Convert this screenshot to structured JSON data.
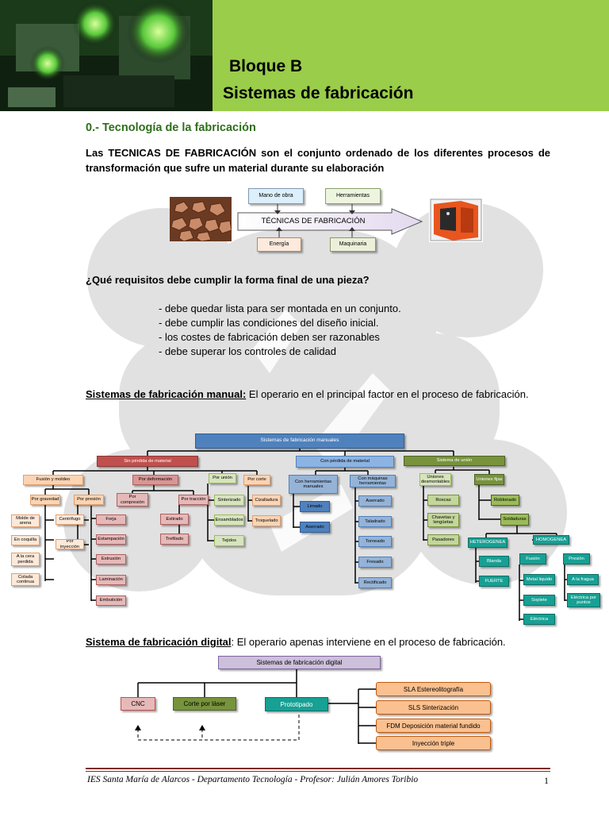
{
  "header": {
    "bloque": "Bloque B",
    "title": "Sistemas de fabricación",
    "band_color": "#9acd4a"
  },
  "section": {
    "heading": "0.- Tecnología de la fabricación"
  },
  "intro": {
    "bold_lead": "Las TECNICAS DE FABRICACIÓN",
    "rest": " son el conjunto ordenado de los diferentes procesos de transformación que sufre un material durante su elaboración"
  },
  "tecnicas_diagram": {
    "mano_de_obra": "Mano de obra",
    "herramientas": "Herramientas",
    "center": "TÉCNICAS DE FABRICACIÓN",
    "energia": "Energía",
    "maquinaria": "Maquinaria"
  },
  "question": "¿Qué requisitos debe cumplir la forma final de una pieza?",
  "requirements": [
    "- debe quedar lista para ser montada en un conjunto.",
    "- debe cumplir las condiciones del diseño inicial.",
    "- los costes de fabricación deben ser razonables",
    "- debe superar los controles de calidad"
  ],
  "manual": {
    "label": "Sistemas de fabricación manual:",
    "text": " El operario en el principal factor en el proceso de fabricación."
  },
  "manual_tree": {
    "root": "Sistemas de fabricación manuales",
    "sin_perdida": "Sin pérdida de material",
    "con_perdida": "Con pérdida de material",
    "sistema_union": "Sistema de unión",
    "fusion_moldeo": "Fusión y moldeo",
    "por_deformacion": "Por deformación",
    "por_union": "Por unión",
    "por_corte": "Por corte",
    "por_gravedad": "Por gravedad",
    "por_presion": "Por presión",
    "por_compresion": "Por compresión",
    "por_traccion": "Por tracción",
    "molde_arena": "Molde de arena",
    "en_coquilla": "En coquilla",
    "cera_perdida": "A la cera perdida",
    "colada_continua": "Colada continua",
    "centrifugo": "Centrífugo",
    "por_inyeccion": "Por inyección",
    "forja": "Forja",
    "estampacion": "Estampación",
    "extrusion": "Extrusión",
    "laminacion": "Laminación",
    "embuticion": "Embutición",
    "estirado": "Estirado",
    "trefilado": "Trefilado",
    "sinterizado": "Sinterizado",
    "ensamblados": "Ensamblados",
    "tejidos": "Tejidos",
    "cizalladura": "Cizalladura",
    "troquelado": "Troquelado",
    "con_herramientas": "Con herramientas manuales",
    "con_maquinas": "Con máquinas herramientas",
    "limado": "Limado",
    "aserrado_manual": "Aserrado",
    "aserrado_maq": "Aserrado",
    "taladrado": "Taladrado",
    "torneado": "Torneado",
    "fresado": "Fresado",
    "rectificado": "Rectificado",
    "uniones_desmontables": "Uniones desmontables",
    "uniones_fijas": "Uniones fijas",
    "roscas": "Roscas",
    "chavetas": "Chavetas y lengüetas",
    "pasadores": "Pasadores",
    "roblonado": "Roblonado",
    "soldaduras": "Soldaduras",
    "heterogenea": "HETEROGENEA",
    "homogenea": "HOMOGENEA",
    "blanda": "Blanda",
    "fuerte": "FUERTE",
    "fusion": "Fusión",
    "presion": "Presión",
    "metal_liquido": "Metal liquido",
    "soplete": "Soplete",
    "electrica": "Eléctrica",
    "a_la_fragua": "A la fragua",
    "electrica_puntos": "Eléctrica por puntos"
  },
  "digital": {
    "label": "Sistema de fabricación digital",
    "text": ": El operario apenas interviene en el proceso de fabricación."
  },
  "digital_tree": {
    "root": "Sistemas de fabricación digital",
    "cnc": "CNC",
    "corte_laser": "Corte por láser",
    "prototipado": "Prototipado",
    "sla": "SLA Estereolitografía",
    "sls": "SLS  Sinterización",
    "fdm": "FDM Deposición material fundido",
    "inyeccion": "Inyección triple"
  },
  "footer": {
    "text": "IES Santa María de Alarcos  -  Departamento Tecnología  -   Profesor:   Julián Amores Toribio",
    "page": "1"
  }
}
